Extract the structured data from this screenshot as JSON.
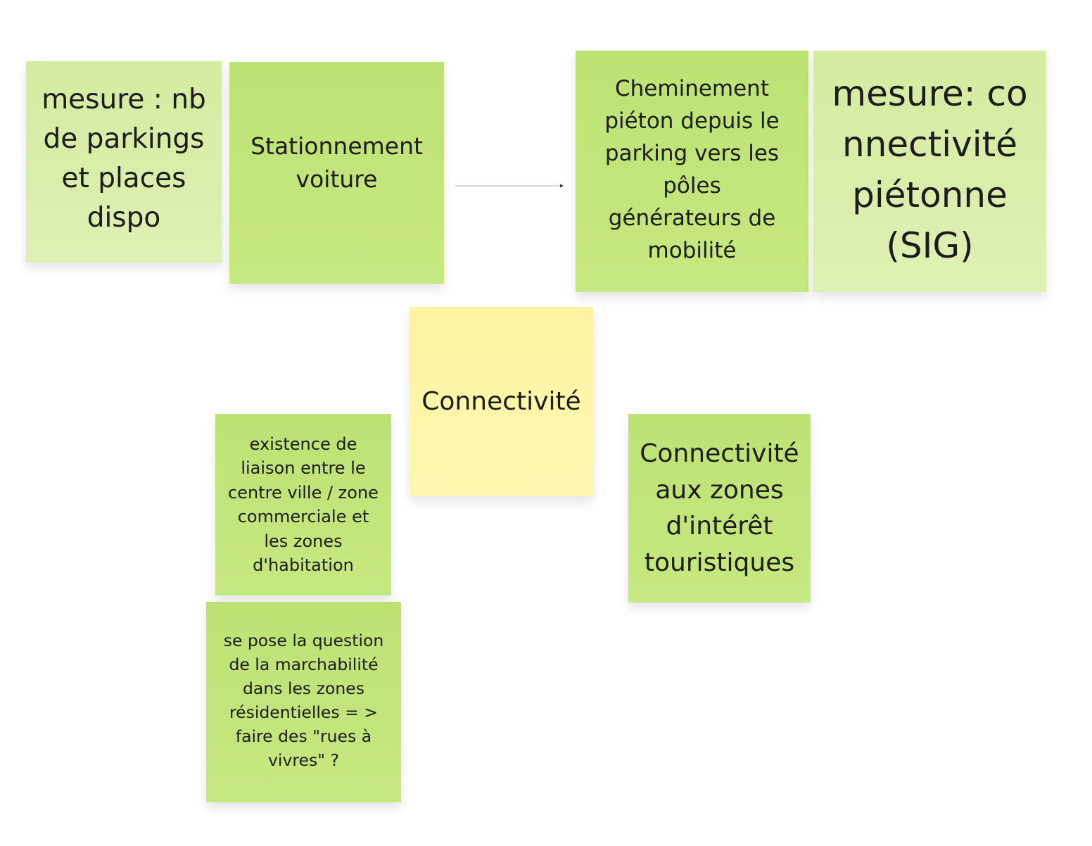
{
  "board": {
    "notes": [
      {
        "text": "mesure : nb\nde parkings\net places\ndispo",
        "color": "#d6eca6"
      },
      {
        "text": "Stationnement\nvoiture",
        "color": "#bfe377"
      },
      {
        "text": "Cheminement\npiéton depuis le\nparking vers les\npôles\ngénérateurs de\nmobilité",
        "color": "#bfe377"
      },
      {
        "text": "mesure: co\nnnectivité\npiétonne\n(SIG)",
        "color": "#d6eca6"
      },
      {
        "text": "Connectivité",
        "color": "#fdf5a6"
      },
      {
        "text": "existence de\nliaison entre le\ncentre ville / zone\ncommerciale et\nles zones\nd'habitation",
        "color": "#bfe377"
      },
      {
        "text": "Connectivité\naux zones\nd'intérêt\ntouristiques",
        "color": "#bfe377"
      },
      {
        "text": "se pose la question\nde la marchabilité\ndans les zones\nrésidentielles = >\nfaire des \"rues à\nvivres\" ?",
        "color": "#bfe377"
      }
    ]
  }
}
